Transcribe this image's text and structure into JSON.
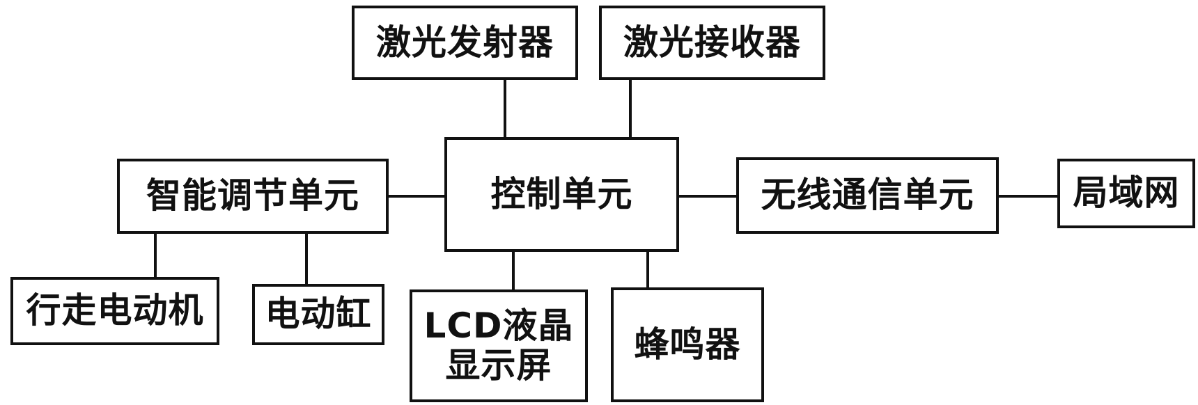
{
  "diagram": {
    "nodes": {
      "laser_emitter": "激光发射器",
      "laser_receiver": "激光接收器",
      "control_unit": "控制单元",
      "smart_adjust_unit": "智能调节单元",
      "wireless_comm_unit": "无线通信单元",
      "lan": "局域网",
      "walking_motor": "行走电动机",
      "electric_cylinder": "电动缸",
      "lcd_line1": "LCD液晶",
      "lcd_line2": "显示屏",
      "buzzer": "蜂鸣器"
    },
    "edges": [
      [
        "laser_emitter",
        "control_unit"
      ],
      [
        "laser_receiver",
        "control_unit"
      ],
      [
        "smart_adjust_unit",
        "control_unit"
      ],
      [
        "control_unit",
        "wireless_comm_unit"
      ],
      [
        "wireless_comm_unit",
        "lan"
      ],
      [
        "smart_adjust_unit",
        "walking_motor"
      ],
      [
        "smart_adjust_unit",
        "electric_cylinder"
      ],
      [
        "control_unit",
        "lcd_display"
      ],
      [
        "control_unit",
        "buzzer"
      ]
    ]
  }
}
